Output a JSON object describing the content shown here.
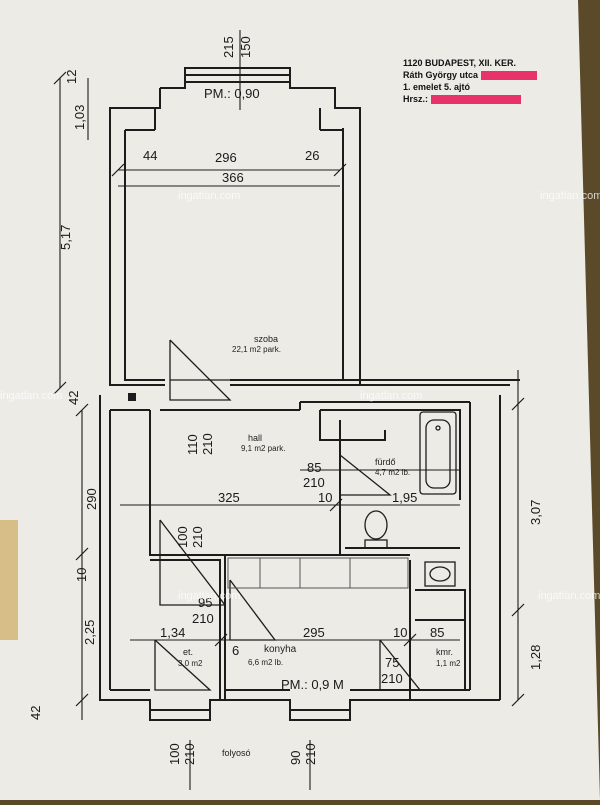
{
  "header": {
    "line1": "1120 BUDAPEST, XII. KER.",
    "line2": "Ráth György utca",
    "line3": "1. emelet 5. ajtó",
    "line4": "Hrsz.:"
  },
  "watermark": "ingatlan.com",
  "rooms": {
    "szoba": {
      "name": "szoba",
      "area": "22,1 m2 park."
    },
    "hall": {
      "name": "hall",
      "area": "9,1 m2 park."
    },
    "furdo": {
      "name": "fürdő",
      "area": "4,7 m2 lb."
    },
    "konyha": {
      "name": "konyha",
      "area": "6,6 m2 lb."
    },
    "et": {
      "name": "et.",
      "area": "3,0 m2"
    },
    "kmr": {
      "name": "kmr.",
      "area": "1,1 m2"
    },
    "folyoso": {
      "name": "folyosó"
    }
  },
  "dims": {
    "top_window_1": "215",
    "top_window_2": "150",
    "pm_top": "PM.: 0,90",
    "d44": "44",
    "d296": "296",
    "d26": "26",
    "d366": "366",
    "left_517": "5,17",
    "left_103": "1,03",
    "left_12": "12",
    "left_42": "42",
    "hall_door_1": "110",
    "hall_door_2": "210",
    "furdo_door_1": "85",
    "furdo_door_2": "210",
    "d325": "325",
    "d10a": "10",
    "d195": "1,95",
    "left_290": "290",
    "et_door_1": "100",
    "et_door_2": "210",
    "left_10": "10",
    "left_225": "2,25",
    "konyha_door_1": "95",
    "konyha_door_2": "210",
    "d134": "1,34",
    "d6": "6",
    "d295": "295",
    "d10b": "10",
    "d85": "85",
    "pm_bottom": "PM.: 0,9 M",
    "kmr_door_1": "75",
    "kmr_door_2": "210",
    "right_307": "3,07",
    "right_128": "1,28",
    "bottom_et_1": "100",
    "bottom_et_2": "210",
    "bottom_k_1": "90",
    "bottom_k_2": "210",
    "left_42b": "42"
  }
}
